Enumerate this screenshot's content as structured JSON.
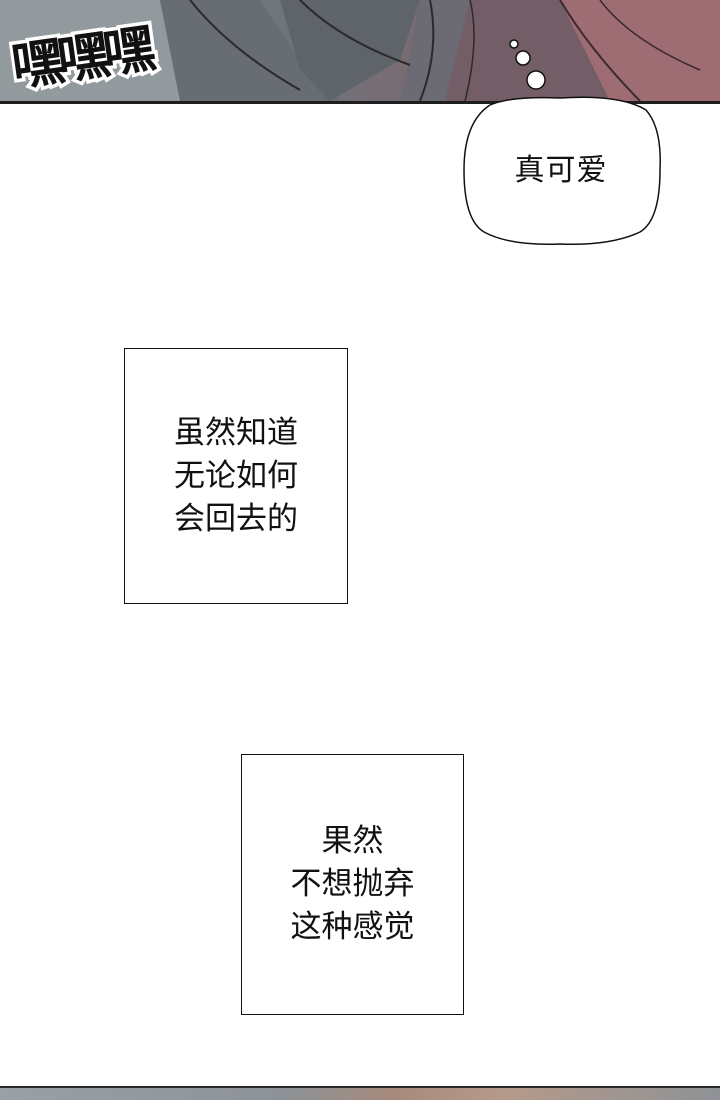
{
  "top_panel": {
    "sfx": "嘿嘿嘿"
  },
  "speech_bubble": {
    "text": "真可爱"
  },
  "caption_1": {
    "lines": [
      "虽然知道",
      "无论如何",
      "会回去的"
    ]
  },
  "caption_2": {
    "lines": [
      "果然",
      "不想抛弃",
      "这种感觉"
    ]
  },
  "colors": {
    "ink": "#111111",
    "paper": "#ffffff"
  }
}
